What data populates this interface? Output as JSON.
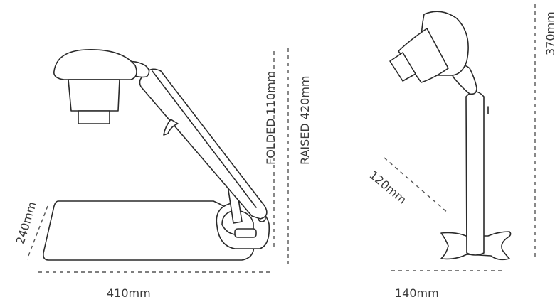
{
  "dimensions": {
    "front_width": "410mm",
    "front_depth": "240mm",
    "height_folded": "FOLDED  110mm",
    "height_raised": "RAISED  420mm",
    "side_width": "140mm",
    "side_arm": "120mm",
    "side_height": "370mm"
  },
  "colors": {
    "line": "#2a2a2a",
    "text": "#3a3a3a"
  }
}
